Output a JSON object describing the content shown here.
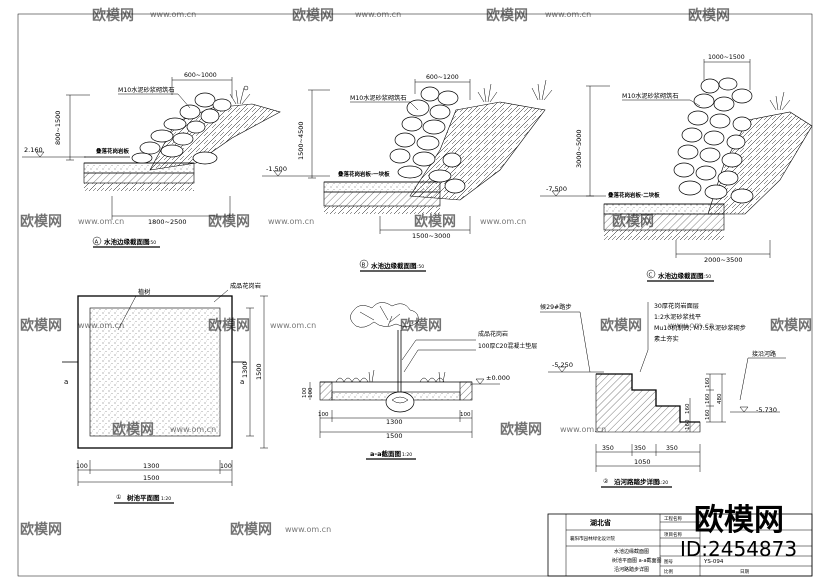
{
  "watermark": {
    "logo_text": "欧模网",
    "url": "www.om.cn",
    "corner_logo": "欧模网",
    "corner_id": "ID:2454873"
  },
  "section_a": {
    "label": "M10水泥砂浆砌筑石",
    "dim_top": "600~1000",
    "dim_height": "800~1500",
    "level": "2.160",
    "layer": "叠落花岗岩板",
    "dim_bottom": "1800~2500",
    "title_mark": "A",
    "title": "水池边缘截面图",
    "scale": "1:50"
  },
  "section_b": {
    "label": "M10水泥砂浆砌筑石",
    "dim_top": "600~1200",
    "dim_height": "1500~4500",
    "level": "-1.500",
    "layer": "叠落花岗岩板·一块板",
    "dim_bottom": "1500~3000",
    "title_mark": "B",
    "title": "水池边缘截面图",
    "scale": "1:50"
  },
  "section_c": {
    "label": "M10水泥砂浆砌筑石",
    "dim_top": "1000~1500",
    "dim_height": "3000~5000",
    "level": "-7.500",
    "layer": "叠落花岗岩板·二块板",
    "dim_bottom": "2000~3500",
    "title_mark": "C",
    "title": "水池边缘截面图",
    "scale": "1:50"
  },
  "tree_plan": {
    "label_left": "植树",
    "label_right": "成品花岗岩",
    "dim_v1": "1300",
    "dim_v2": "1500",
    "dim_h1": "100",
    "dim_h2": "1300",
    "dim_h3": "100",
    "dim_h4": "1500",
    "cut_mark": "a",
    "title_mark": "①",
    "title": "树池平面图",
    "scale": "1:20"
  },
  "tree_section": {
    "note1": "成品花岗岩",
    "note2": "100厚C20混凝土垫层",
    "level": "±0.000",
    "dim_v1": "100",
    "dim_v2": "100",
    "dim_h1": "100",
    "dim_h2": "1300",
    "dim_h3": "100",
    "dim_total": "1500",
    "title": "a-a截面图",
    "scale": "1:20"
  },
  "steps": {
    "notes": [
      "30厚花岗岩面层",
      "1:2水泥砂浆找平",
      "Mu10机制砖, M7.5水泥砂浆砌步",
      "素土夯实"
    ],
    "top_label": "候29#路步",
    "right_label": "接沿河路",
    "level_top": "-5.250",
    "level_bottom": "-5.730",
    "dims_v": [
      "160",
      "160",
      "160"
    ],
    "dims_v2": [
      "160",
      "160"
    ],
    "dims_v_total": "480",
    "dims_h": [
      "350",
      "350",
      "350"
    ],
    "dim_total": "1050",
    "title_mark": "②",
    "title": "沿河路踏步详图",
    "scale": "1:20"
  },
  "title_block": {
    "project": "湖北省",
    "company": "襄阳市园林绿化设计院",
    "row1": "工程名称",
    "row2": "项目名称",
    "drawing_names": [
      "水池边缘截面图",
      "树池平面图 a-a截面图",
      "沿河路踏步详图"
    ],
    "drawing_no": "YS-094",
    "sheet_label": "图号",
    "scale_label": "比例",
    "date_label": "日期"
  }
}
